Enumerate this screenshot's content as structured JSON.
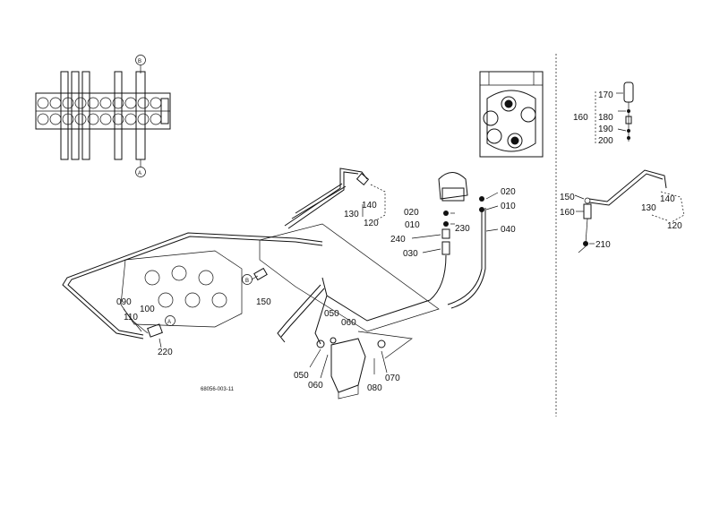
{
  "diagram": {
    "drawing_code": "68056-003-11",
    "callouts": {
      "B_top": "B",
      "A_left": "A",
      "A_valve": "A",
      "B_hose": "B"
    },
    "parts_left": {
      "p090": "090",
      "p100": "100",
      "p110": "110",
      "p220": "220",
      "p150": "150"
    },
    "parts_top": {
      "p130": "130",
      "p140": "140",
      "p120": "120"
    },
    "parts_center": {
      "p020a": "020",
      "p010a": "010",
      "p240": "240",
      "p230": "230",
      "p030": "030",
      "p020b": "020",
      "p010b": "010",
      "p040": "040"
    },
    "parts_bottom": {
      "p050a": "050",
      "p060a": "060",
      "p050b": "050",
      "p060b": "060",
      "p070": "070",
      "p080": "080"
    },
    "parts_right": {
      "p170": "170",
      "p160a": "160",
      "p180": "180",
      "p190": "190",
      "p200": "200",
      "p150r": "150",
      "p160r": "160",
      "p210": "210",
      "p140r": "140",
      "p130r": "130",
      "p120r": "120"
    }
  }
}
